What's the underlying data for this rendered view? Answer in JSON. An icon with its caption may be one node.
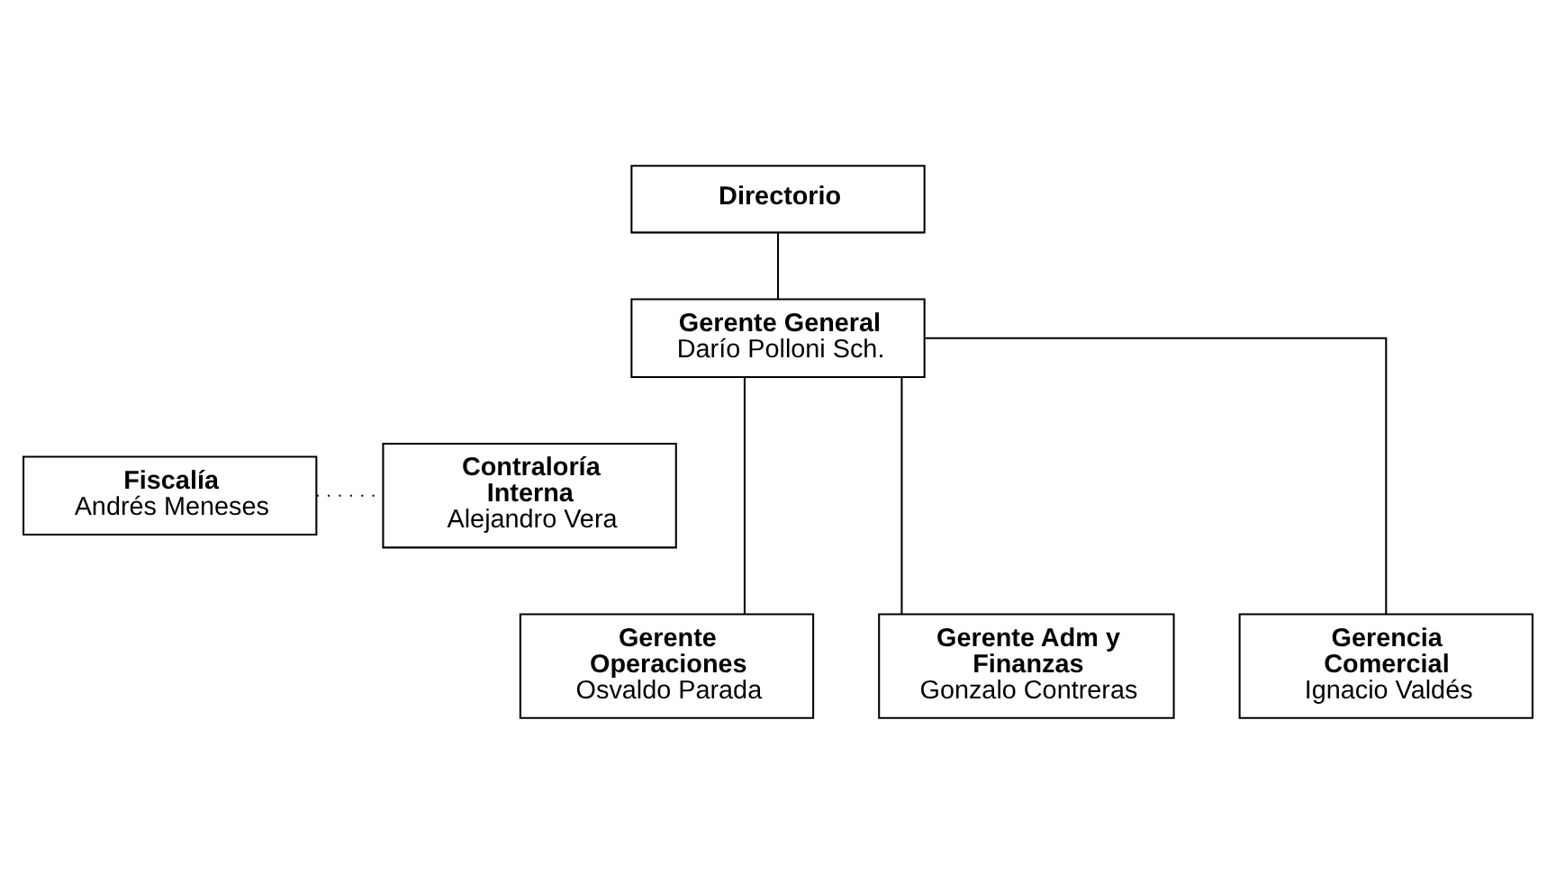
{
  "diagram": {
    "nodes": [
      {
        "text": [
          "Directorio"
        ]
      },
      {
        "text": [
          "Gerente General",
          "Darío Polloni Sch."
        ]
      },
      {
        "text": [
          "Fiscalía",
          "Andrés Meneses"
        ]
      },
      {
        "text": [
          "Contraloría Interna",
          "Alejandro Vera"
        ]
      },
      {
        "text": [
          "Gerente Operaciones",
          "Osvaldo Parada"
        ]
      },
      {
        "text": [
          "Gerente Adm y Finanzas",
          "Gonzalo Contreras"
        ]
      },
      {
        "text": [
          "Gerencia Comercial",
          "Ignacio Valdés"
        ]
      }
    ],
    "edges": [
      {
        "from": 0,
        "to": 1,
        "arrow": "none"
      },
      {
        "from": 2,
        "to": 3,
        "arrow": "none",
        "style": "dashed"
      },
      {
        "from": 1,
        "to": 4,
        "arrow": "none"
      },
      {
        "from": 1,
        "to": 5,
        "arrow": "none"
      },
      {
        "from": 1,
        "to": 6,
        "arrow": "none"
      }
    ]
  }
}
